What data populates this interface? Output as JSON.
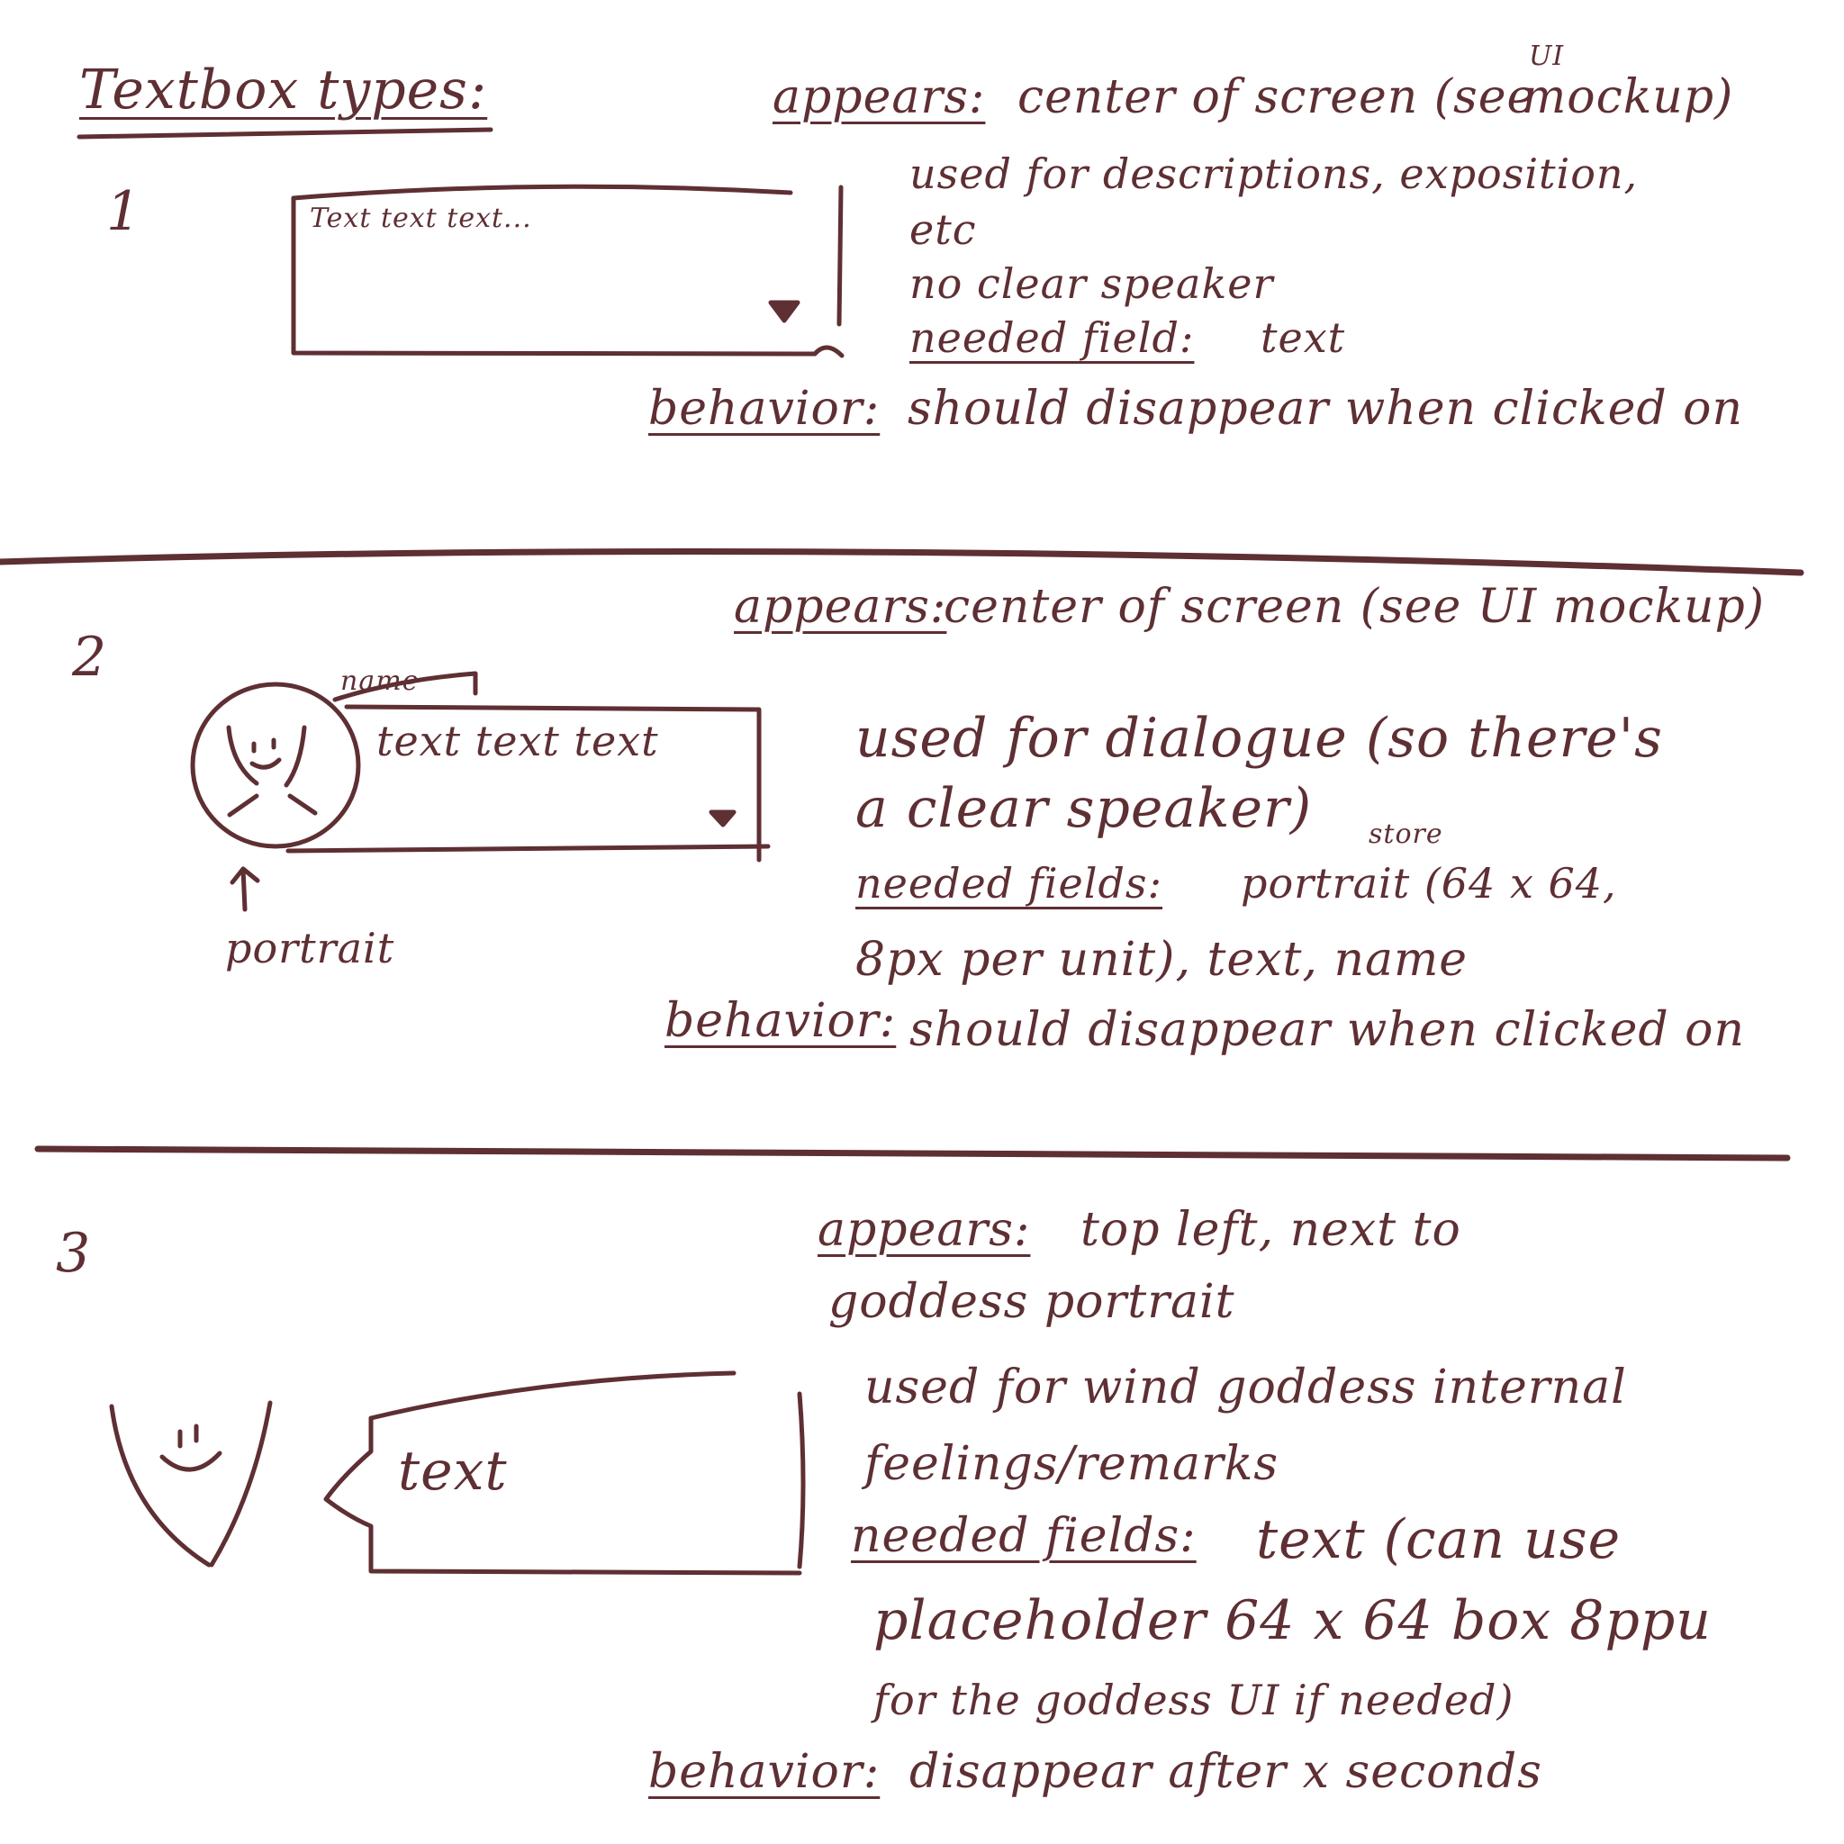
{
  "title": "Textbox types:",
  "sections": [
    {
      "number": "1",
      "mockup_text": "Text text text...",
      "appears_label": "appears:",
      "appears_value": "center of screen (see",
      "appears_value_end": "mockup)",
      "appears_insert": "UI",
      "used_line1": "used for descriptions, exposition,",
      "used_line2": "etc",
      "used_line3": "no clear speaker",
      "needed_label": "needed field:",
      "needed_value": "text",
      "behavior_label": "behavior:",
      "behavior_value": "should disappear when clicked on"
    },
    {
      "number": "2",
      "mockup_name": "name",
      "mockup_text": "text text text",
      "portrait_label": "portrait",
      "appears_label": "appears:",
      "appears_value": "center of screen (see UI mockup)",
      "used_line1": "used for dialogue (so there's",
      "used_line2": "a clear speaker)",
      "needed_label": "needed fields:",
      "needed_insert": "store",
      "needed_value": "portrait (64 x 64,",
      "needed_line2": "8px per unit), text, name",
      "behavior_label": "behavior:",
      "behavior_value": "should disappear when clicked on"
    },
    {
      "number": "3",
      "mockup_text": "text",
      "appears_label": "appears:",
      "appears_value": "top left, next to",
      "appears_line2": "goddess portrait",
      "used_line1": "used for wind goddess internal",
      "used_line2": "feelings/remarks",
      "needed_label": "needed fields:",
      "needed_value": "text (can use",
      "needed_line2": "placeholder 64 x 64 box 8ppu",
      "needed_line3": "for the goddess UI if needed)",
      "behavior_label": "behavior:",
      "behavior_value": "disappear after x seconds"
    }
  ]
}
